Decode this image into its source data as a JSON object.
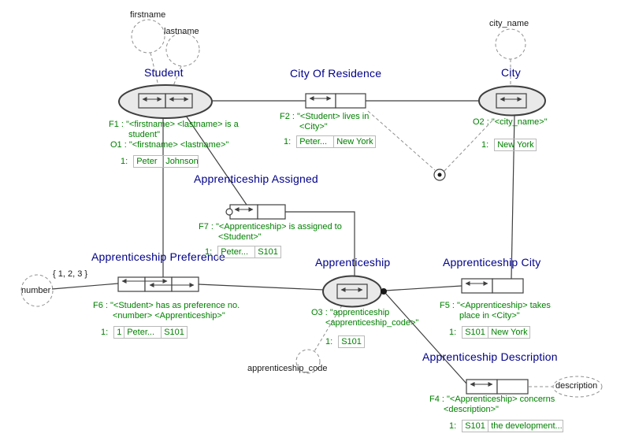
{
  "nodes": {
    "student": "Student",
    "city": "City",
    "apprenticeship": "Apprenticeship"
  },
  "fact_labels": {
    "city_of_residence": "City Of Residence",
    "apprenticeship_assigned": "Apprenticeship Assigned",
    "apprenticeship_preference": "Apprenticeship Preference",
    "apprenticeship_city": "Apprenticeship City",
    "apprenticeship_description": "Apprenticeship Description"
  },
  "value_labels": {
    "firstname": "firstname",
    "lastname": "lastname",
    "city_name": "city_name",
    "number": "number",
    "number_values": "{ 1, 2, 3 }",
    "apprenticeship_code": "apprenticeship_code",
    "description": "description"
  },
  "readings": {
    "f1": {
      "lines": [
        "F1 : \"<firstname> <lastname> is a",
        "student\""
      ]
    },
    "o1": {
      "lines": [
        "O1 : \"<firstname> <lastname>\""
      ]
    },
    "f2": {
      "lines": [
        "F2 : \"<Student> lives in",
        "<City>\""
      ]
    },
    "o2": {
      "lines": [
        "O2 : \"<city_name>\""
      ]
    },
    "f7": {
      "lines": [
        "F7 : \"<Apprenticeship> is assigned to",
        "<Student>\""
      ]
    },
    "f6": {
      "lines": [
        "F6 : \"<Student> has as preference no.",
        "<number> <Apprenticeship>\""
      ]
    },
    "o3": {
      "lines": [
        "O3 : \"apprenticeship",
        "<apprenticeship_code>\""
      ]
    },
    "f5": {
      "lines": [
        "F5 : \"<Apprenticeship> takes",
        "place in <City>\""
      ]
    },
    "f4": {
      "lines": [
        "F4 : \"<Apprenticeship> concerns",
        "<description>\""
      ]
    }
  },
  "examples": {
    "o1": {
      "index": "1:",
      "cells": [
        "Peter",
        "Johnson"
      ]
    },
    "f2": {
      "index": "1:",
      "cells": [
        "Peter...",
        "New York"
      ]
    },
    "o2": {
      "index": "1:",
      "cells": [
        "New York"
      ]
    },
    "f7": {
      "index": "1:",
      "cells": [
        "Peter...",
        "S101"
      ]
    },
    "f6": {
      "index": "1:",
      "cells": [
        "1",
        "Peter...",
        "S101"
      ]
    },
    "o3": {
      "index": "1:",
      "cells": [
        "S101"
      ]
    },
    "f5": {
      "index": "1:",
      "cells": [
        "S101",
        "New York"
      ]
    },
    "f4": {
      "index": "1:",
      "cells": [
        "S101",
        "the development..."
      ]
    }
  },
  "colors": {
    "node_label": "#00008b",
    "reading_text": "#008000",
    "value_text": "#1a1a1a",
    "shape_fill": "#e9e9e9",
    "shape_stroke": "#3f3f3f",
    "dashed_stroke": "#909090"
  }
}
